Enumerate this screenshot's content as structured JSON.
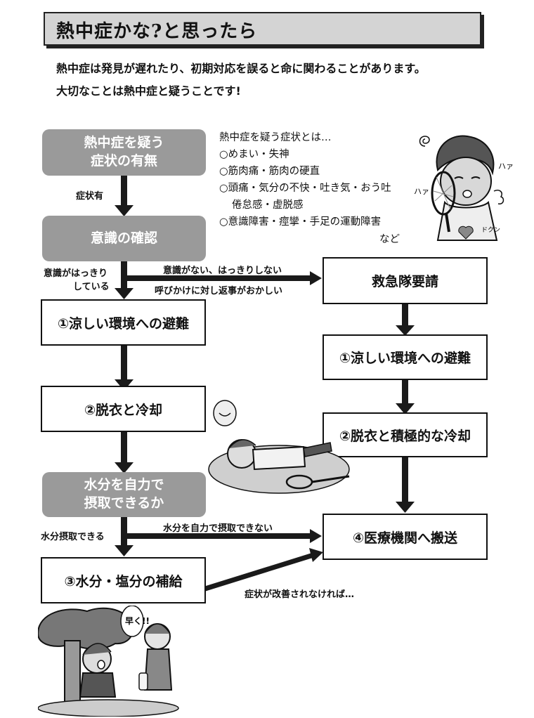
{
  "title": "熱中症かな?と思ったら",
  "intro": [
    "熱中症は発見が遅れたり、初期対応を誤ると命に関わることがあります。",
    "大切なことは熱中症と疑うことです!"
  ],
  "left_flow": {
    "suspect": [
      "熱中症を疑う",
      "症状の有無"
    ],
    "consciousness": "意識の確認",
    "cool_env": "①涼しい環境への避難",
    "undress": "②脱衣と冷却",
    "water_self": [
      "水分を自力で",
      "摂取できるか"
    ],
    "hydrate": "③水分・塩分の補給"
  },
  "right_flow": {
    "ambulance": "救急隊要請",
    "cool_env": "①涼しい環境への避難",
    "undress_cool": "②脱衣と積極的な冷却",
    "hospital": "④医療機関へ搬送"
  },
  "edge_labels": {
    "has_symptoms": "症状有",
    "clear_1": "意識がはっきり",
    "clear_2": "している",
    "not_clear": "意識がない、はっきりしない",
    "odd_reply": "呼びかけに対し返事がおかしい",
    "can_drink": "水分摂取できる",
    "cannot_drink": "水分を自力で摂取できない",
    "not_improve": "症状が改善されなければ…"
  },
  "symptoms": {
    "heading": "熱中症を疑う症状とは…",
    "items": [
      "○めまい・失神",
      "○筋肉痛・筋肉の硬直",
      "○頭痛・気分の不快・吐き気・おう吐",
      "倦怠感・虚脱感",
      "○意識障害・痙攣・手足の運動障害"
    ],
    "etc": "など"
  },
  "illustrations": {
    "top_right": [
      "ハァ",
      "ハァ",
      "ドクン"
    ],
    "bottom_left": "早く!!"
  }
}
